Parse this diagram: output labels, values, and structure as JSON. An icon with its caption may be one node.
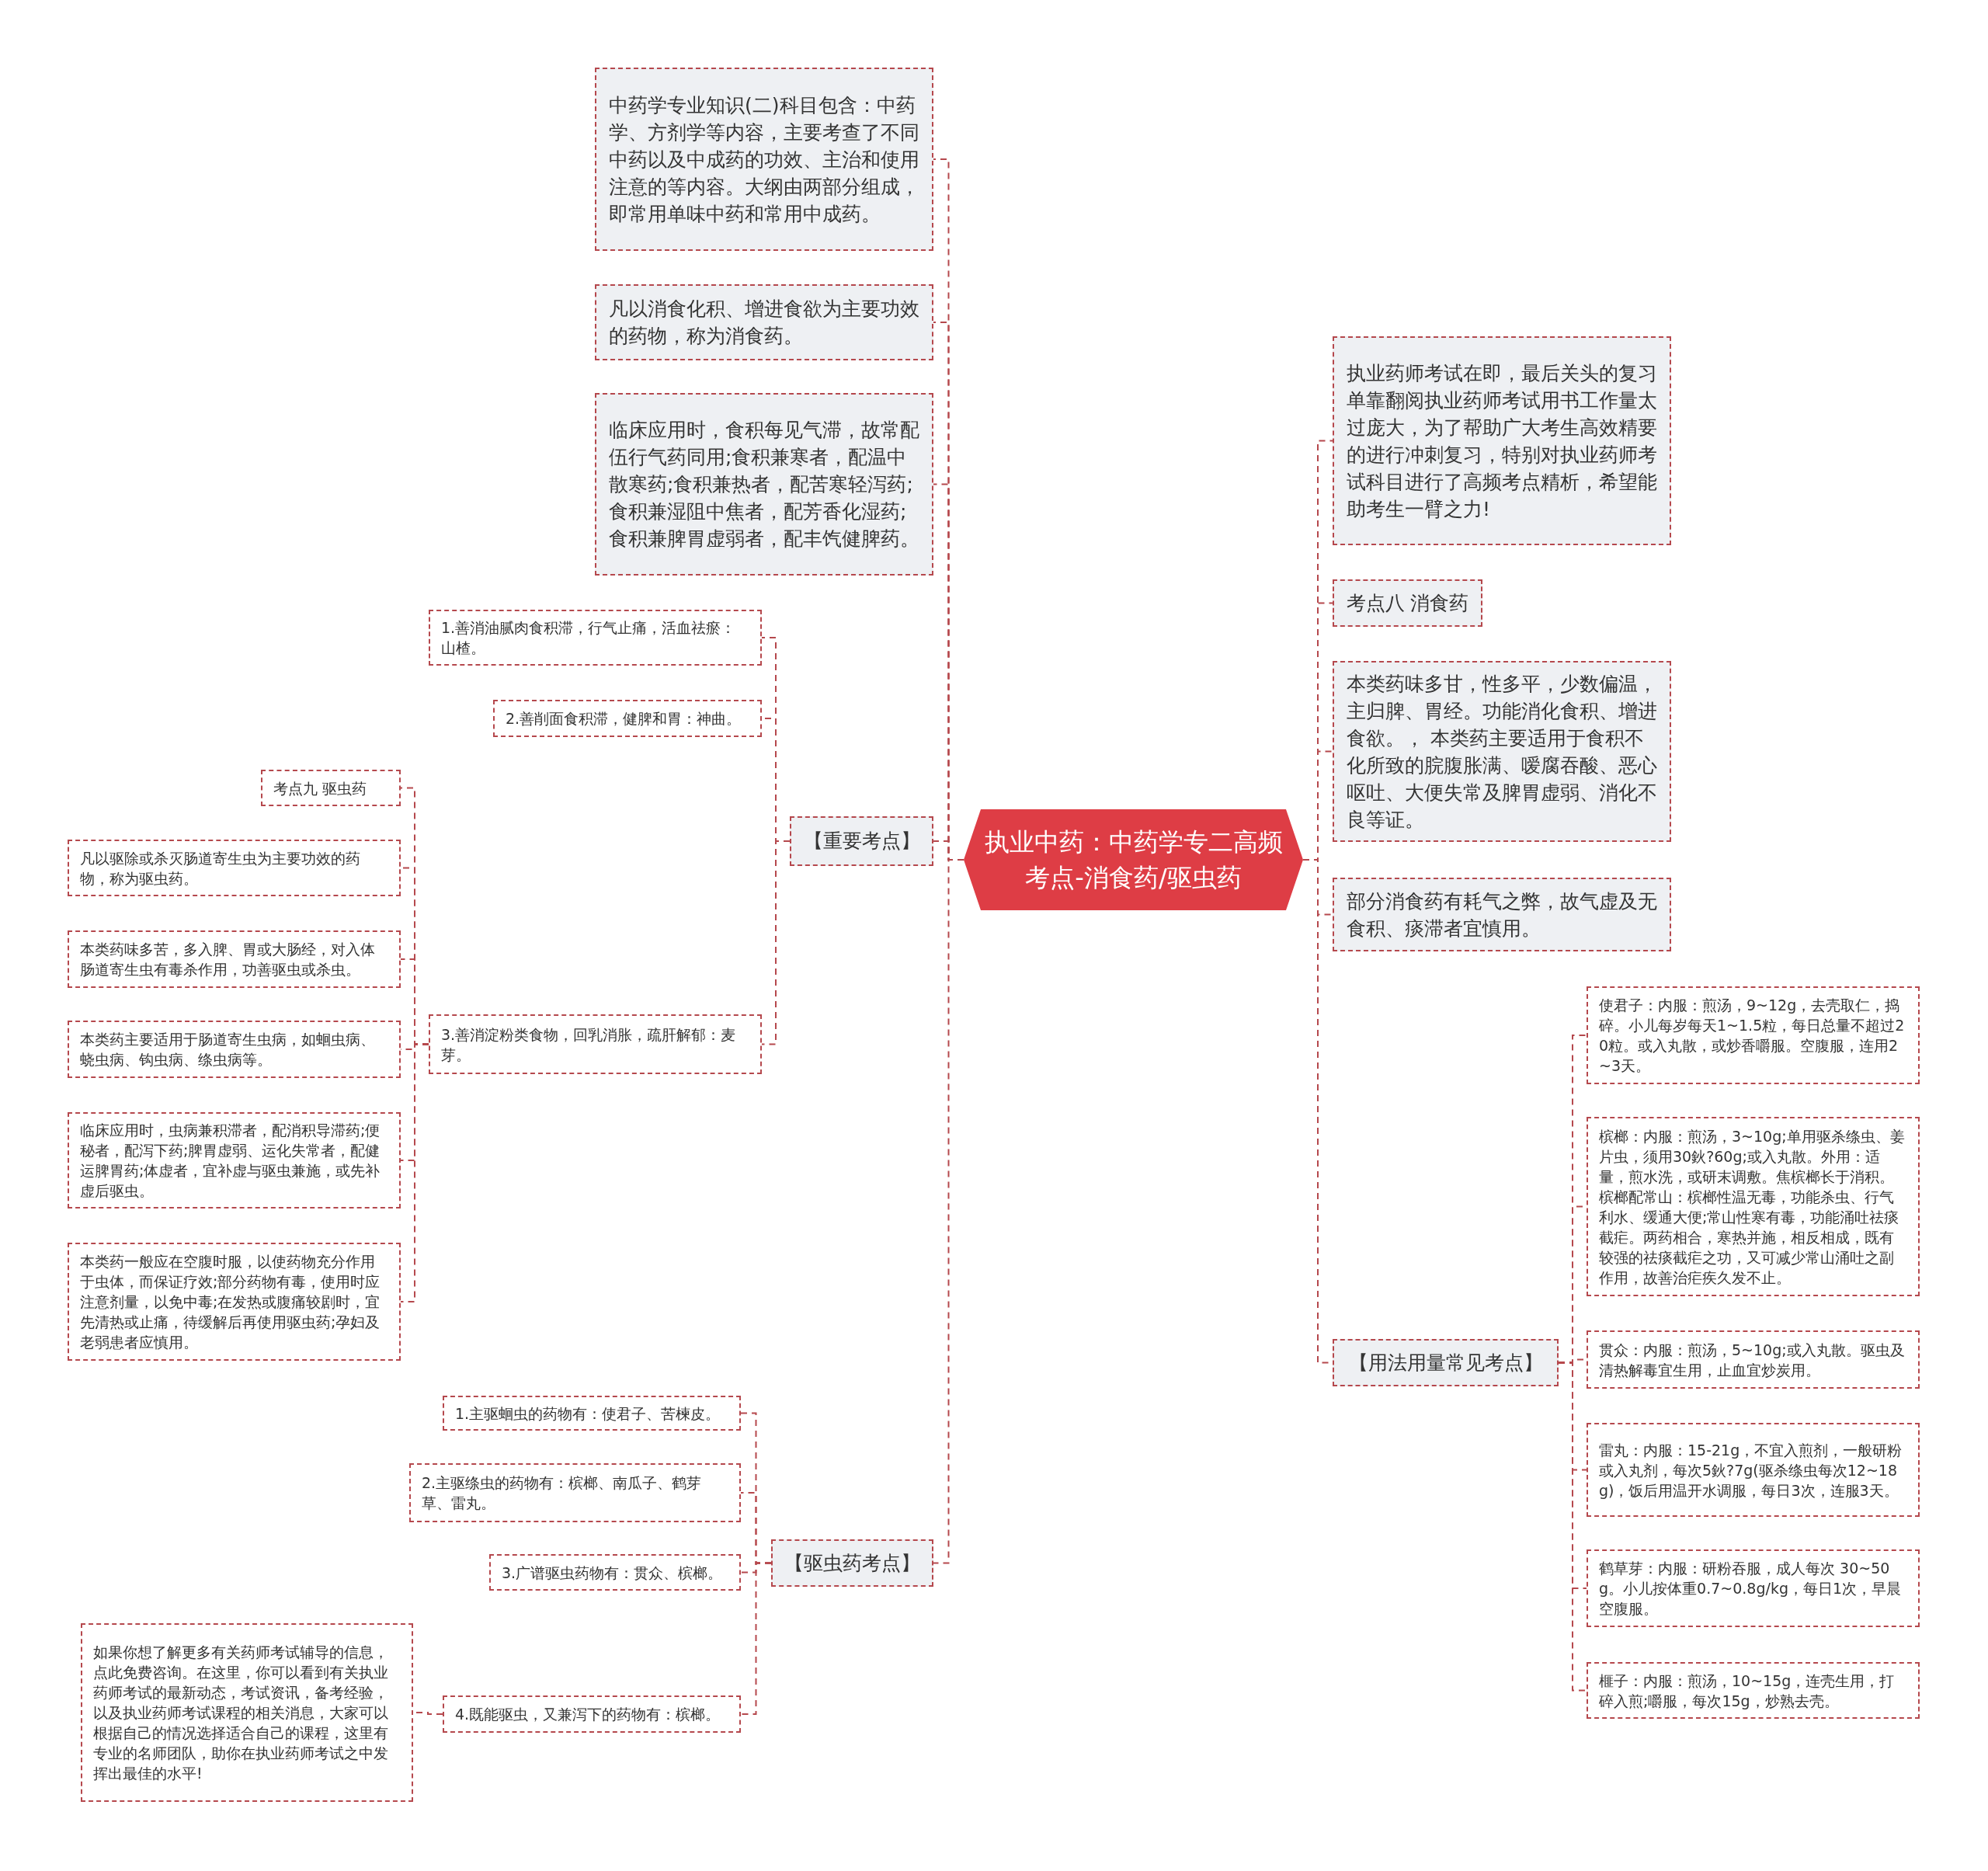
{
  "diagram": {
    "nodes": [
      {
        "text": [
          "执业中药：中药学专二高频考点-消食药/驱虫药"
        ]
      },
      {
        "text": [
          "中药学专业知识(二)科目包含：中药学、方剂学等内容，主要考查了不同中药以及中成药的功效、主治和使用注意的等内容。大纲由两部分组成，即常用单味中药和常用中成药。"
        ]
      },
      {
        "text": [
          "凡以消食化积、增进食欲为主要功效的药物，称为消食药。"
        ]
      },
      {
        "text": [
          "临床应用时，食积每见气滞，故常配伍行气药同用;食积兼寒者，配温中散寒药;食积兼热者，配苦寒轻泻药;食积兼湿阻中焦者，配芳香化湿药;食积兼脾胃虚弱者，配丰饩健脾药。"
        ]
      },
      {
        "text": [
          "【重要考点】"
        ]
      },
      {
        "text": [
          "1.善消油腻肉食积滞，行气止痛，活血祛瘀：山楂。"
        ]
      },
      {
        "text": [
          "2.善削面食积滞，健脾和胃：神曲。"
        ]
      },
      {
        "text": [
          "3.善消淀粉类食物，回乳消胀，疏肝解郁：麦芽。"
        ]
      },
      {
        "text": [
          "考点九 驱虫药"
        ]
      },
      {
        "text": [
          "凡以驱除或杀灭肠道寄生虫为主要功效的药物，称为驱虫药。"
        ]
      },
      {
        "text": [
          "本类药味多苦，多入脾、胃或大肠经，对入体肠道寄生虫有毒杀作用，功善驱虫或杀虫。"
        ]
      },
      {
        "text": [
          "本类药主要适用于肠道寄生虫病，如蛔虫病、蛲虫病、钩虫病、绦虫病等。"
        ]
      },
      {
        "text": [
          "临床应用时，虫病兼积滞者，配消积导滞药;便秘者，配泻下药;脾胃虚弱、运化失常者，配健运脾胃药;体虚者，宜补虚与驱虫兼施，或先补虚后驱虫。"
        ]
      },
      {
        "text": [
          "本类药一般应在空腹时服，以使药物充分作用于虫体，而保证疗效;部分药物有毒，使用时应注意剂量，以免中毒;在发热或腹痛较剧时，宜先清热或止痛，待缓解后再使用驱虫药;孕妇及老弱患者应慎用。"
        ]
      },
      {
        "text": [
          "【驱虫药考点】"
        ]
      },
      {
        "text": [
          "1.主驱蛔虫的药物有：使君子、苦楝皮。"
        ]
      },
      {
        "text": [
          "2.主驱绦虫的药物有：槟榔、南瓜子、鹤芽草、雷丸。"
        ]
      },
      {
        "text": [
          "3.广谱驱虫药物有：贯众、槟榔。"
        ]
      },
      {
        "text": [
          "4.既能驱虫，又兼泻下的药物有：槟榔。"
        ]
      },
      {
        "text": [
          "如果你想了解更多有关药师考试辅导的信息，点此免费咨询。在这里，你可以看到有关执业药师考试的最新动态，考试资讯，备考经验，以及执业药师考试课程的相关消息，大家可以根据自己的情况选择适合自己的课程，这里有专业的名师团队，助你在执业药师考试之中发挥出最佳的水平!"
        ]
      },
      {
        "text": [
          "执业药师考试在即，最后关头的复习单靠翻阅执业药师考试用书工作量太过庞大，为了帮助广大考生高效精要的进行冲刺复习，特别对执业药师考试科目进行了高频考点精析，希望能助考生一臂之力!"
        ]
      },
      {
        "text": [
          "考点八 消食药"
        ]
      },
      {
        "text": [
          "本类药味多甘，性多平，少数偏温，主归脾、胃经。功能消化食积、增进食欲。， 本类药主要适用于食积不化所致的脘腹胀满、嗳腐吞酸、恶心呕吐、大便失常及脾胃虚弱、消化不良等证。"
        ]
      },
      {
        "text": [
          "部分消食药有耗气之弊，故气虚及无食积、痰滞者宜慎用。"
        ]
      },
      {
        "text": [
          "【用法用量常见考点】"
        ]
      },
      {
        "text": [
          "使君子：内服：煎汤，9~12g，去壳取仁，捣碎。小儿每岁每天1~1.5粒，每日总量不超过20粒。或入丸散，或炒香嚼服。空腹服，连用2~3天。"
        ]
      },
      {
        "text": [
          "槟榔：内服：煎汤，3~10g;单用驱杀绦虫、姜片虫，须用30鈥?60g;或入丸散。外用：适量，煎水洗，或研末调敷。焦槟榔长于消积。槟榔配常山：槟榔性温无毒，功能杀虫、行气利水、缓通大便;常山性寒有毒，功能涌吐祛痰截疟。两药相合，寒热并施，相反相成，既有较强的祛痰截疟之功，又可减少常山涌吐之副作用，故善治疟疾久发不止。"
        ]
      },
      {
        "text": [
          "贯众：内服：煎汤，5~10g;或入丸散。驱虫及清热解毒宜生用，止血宜炒炭用。"
        ]
      },
      {
        "text": [
          "雷丸：内服：15-21g，不宜入煎剂，一般研粉或入丸剂，每次5鈥?7g(驱杀绦虫每次12~18g)，饭后用温开水调服，每日3次，连服3天。"
        ]
      },
      {
        "text": [
          "鹤草芽：内服：研粉吞服，成人每次 30~50g。小儿按体重0.7~0.8g/kg，每日1次，早晨空腹服。"
        ]
      },
      {
        "text": [
          "榧子：内服：煎汤，10~15g，连壳生用，打碎入煎;嚼服，每次15g，炒熟去壳。"
        ]
      }
    ],
    "edges": [
      {
        "from": 0,
        "to": 1,
        "arrow": "none"
      },
      {
        "from": 0,
        "to": 2,
        "arrow": "none"
      },
      {
        "from": 0,
        "to": 3,
        "arrow": "none"
      },
      {
        "from": 0,
        "to": 4,
        "arrow": "none"
      },
      {
        "from": 4,
        "to": 5,
        "arrow": "none"
      },
      {
        "from": 4,
        "to": 6,
        "arrow": "none"
      },
      {
        "from": 4,
        "to": 7,
        "arrow": "none"
      },
      {
        "from": 7,
        "to": 8,
        "arrow": "none"
      },
      {
        "from": 7,
        "to": 9,
        "arrow": "none"
      },
      {
        "from": 7,
        "to": 10,
        "arrow": "none"
      },
      {
        "from": 7,
        "to": 11,
        "arrow": "none"
      },
      {
        "from": 7,
        "to": 12,
        "arrow": "none"
      },
      {
        "from": 7,
        "to": 13,
        "arrow": "none"
      },
      {
        "from": 0,
        "to": 14,
        "arrow": "none"
      },
      {
        "from": 14,
        "to": 15,
        "arrow": "none"
      },
      {
        "from": 14,
        "to": 16,
        "arrow": "none"
      },
      {
        "from": 14,
        "to": 17,
        "arrow": "none"
      },
      {
        "from": 14,
        "to": 18,
        "arrow": "none"
      },
      {
        "from": 18,
        "to": 19,
        "arrow": "none"
      },
      {
        "from": 0,
        "to": 20,
        "arrow": "none"
      },
      {
        "from": 0,
        "to": 21,
        "arrow": "none"
      },
      {
        "from": 0,
        "to": 22,
        "arrow": "none"
      },
      {
        "from": 0,
        "to": 23,
        "arrow": "none"
      },
      {
        "from": 0,
        "to": 24,
        "arrow": "none"
      },
      {
        "from": 24,
        "to": 25,
        "arrow": "none"
      },
      {
        "from": 24,
        "to": 26,
        "arrow": "none"
      },
      {
        "from": 24,
        "to": 27,
        "arrow": "none"
      },
      {
        "from": 24,
        "to": 28,
        "arrow": "none"
      },
      {
        "from": 24,
        "to": 29,
        "arrow": "none"
      },
      {
        "from": 24,
        "to": 30,
        "arrow": "none"
      }
    ]
  }
}
